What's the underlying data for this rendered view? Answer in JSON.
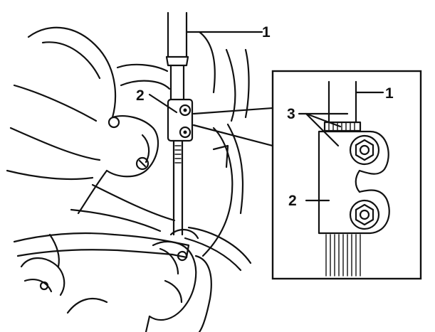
{
  "callouts": {
    "main_1": "1",
    "main_2": "2",
    "detail_1": "1",
    "detail_2": "2",
    "detail_3": "3"
  }
}
